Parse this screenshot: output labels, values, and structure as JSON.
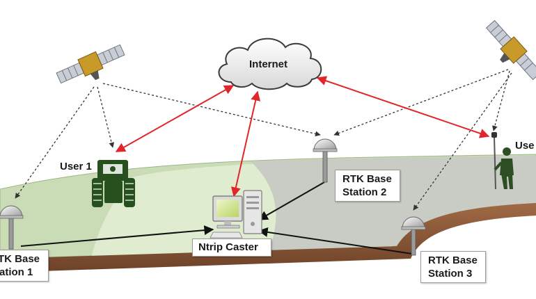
{
  "nodes": {
    "internet": "Internet",
    "ntrip_caster": "Ntrip Caster",
    "user1": "User 1",
    "user2_partial": "Use",
    "base1_line1": "TK Base",
    "base1_line2": "ation 1",
    "base2_line1": "RTK Base",
    "base2_line2": "Station 2",
    "base3_line1": "RTK Base",
    "base3_line2": "Station 3"
  },
  "icons": [
    "satellite-icon",
    "cloud-icon",
    "tractor-icon",
    "surveyor-icon",
    "base-station-antenna-icon",
    "computer-icon"
  ],
  "colors": {
    "internet_link": "#e0262a",
    "data_link": "#111111",
    "satellite_signal": "#333333",
    "field_green": "#c9dcb6",
    "field_light": "#dfeccf",
    "field_grey": "#c8ccc4",
    "soil": "#8a5a3a",
    "tractor": "#27501f"
  }
}
